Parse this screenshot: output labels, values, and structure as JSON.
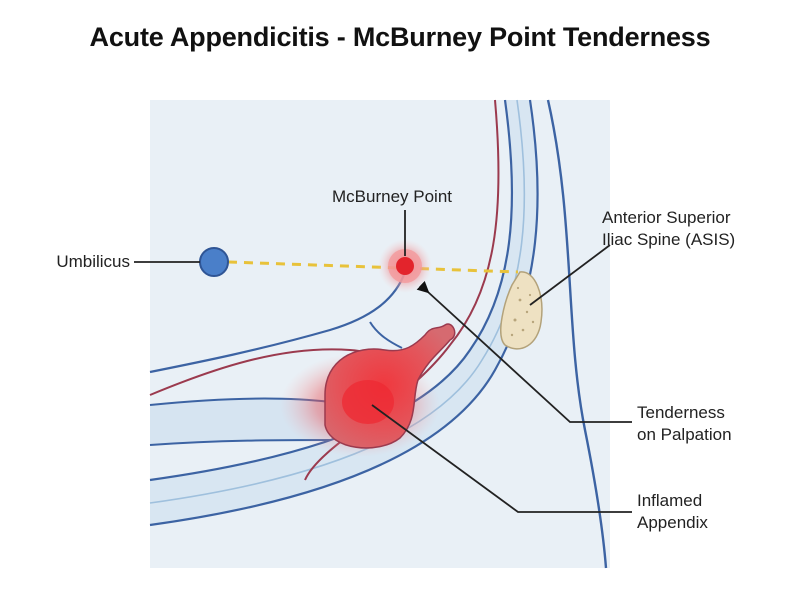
{
  "title": "Acute Appendicitis - McBurney Point Tenderness",
  "labels": {
    "umbilicus": "Umbilicus",
    "mcburney": "McBurney Point",
    "asis_line1": "Anterior Superior",
    "asis_line2": "Iliac Spine (ASIS)",
    "tenderness_line1": "Tenderness",
    "tenderness_line2": "on Palpation",
    "appendix_line1": "Inflamed",
    "appendix_line2": "Appendix"
  },
  "colors": {
    "background_panel": "#e9f0f6",
    "vessel_blue": "#3c63a3",
    "vessel_red": "#9b3a4e",
    "reference_line": "#e8c23a",
    "inflammation": "#e0333a",
    "umbilicus_fill": "#4a7fc9",
    "bone_fill": "#eee1c2"
  }
}
